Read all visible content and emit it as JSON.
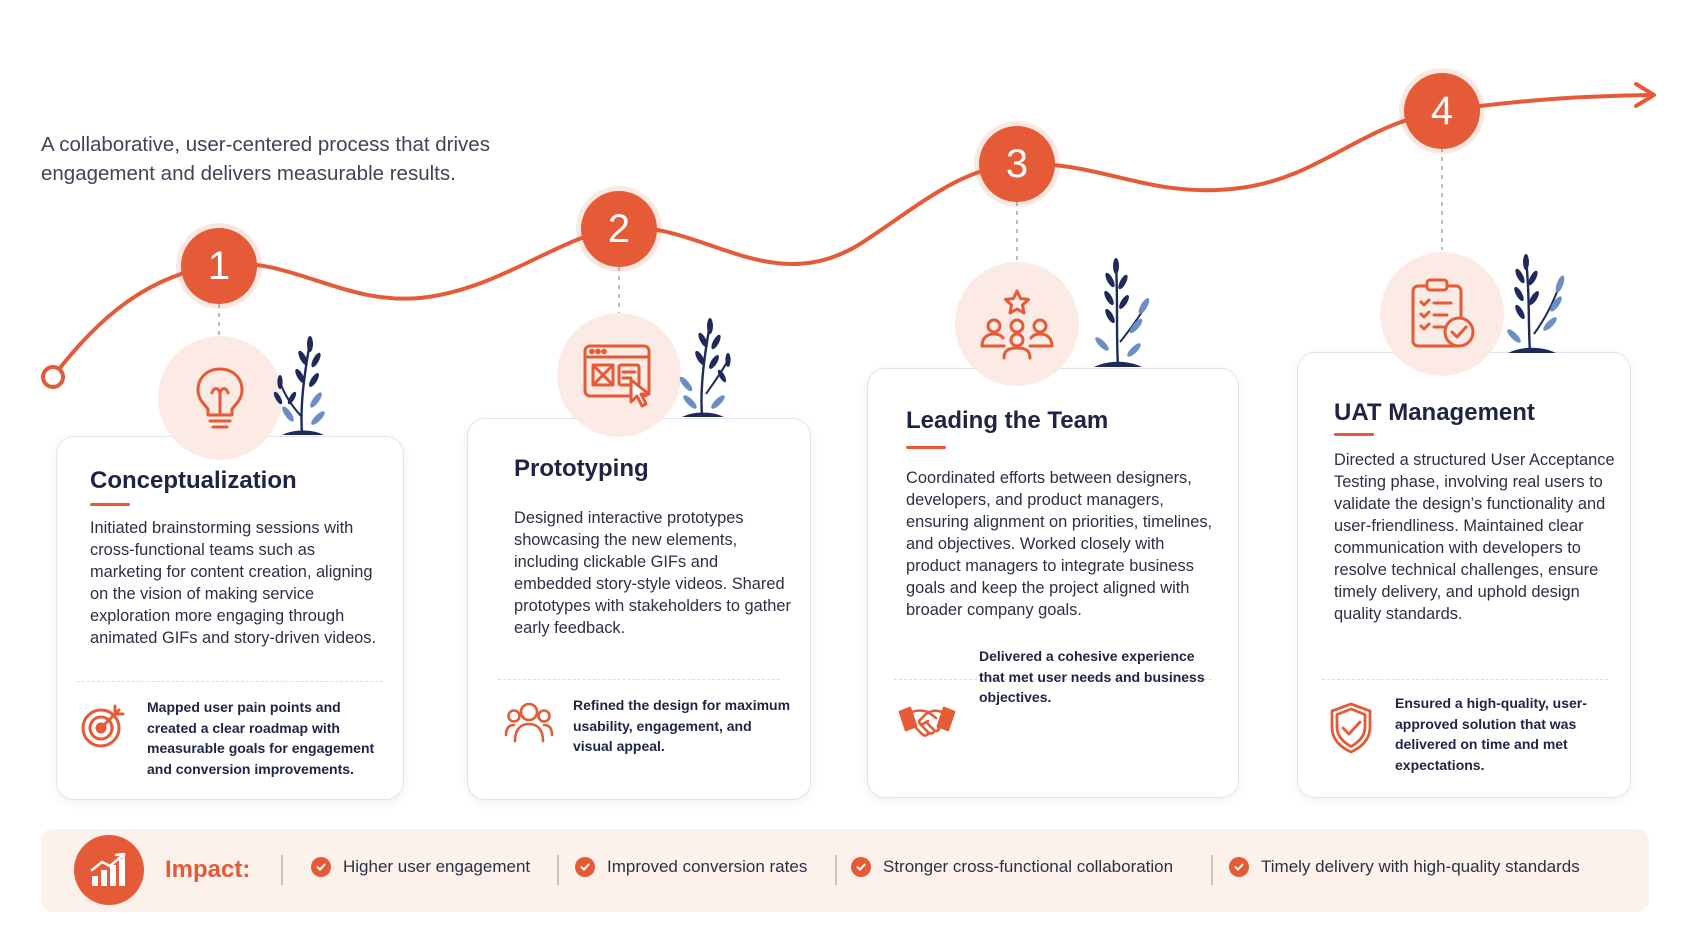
{
  "intro": "A collaborative, user-centered process that drives engagement and delivers measurable results.",
  "steps": [
    {
      "number": "1",
      "icon": "lightbulb-icon",
      "title": "Conceptualization",
      "description": "Initiated brainstorming sessions with cross-functional teams such as marketing for content creation, aligning on the vision of making service exploration more engaging through animated GIFs and story-driven videos.",
      "outcome_icon": "target-icon",
      "outcome": "Mapped user pain points and created a clear roadmap with measurable goals for engagement and conversion improvements."
    },
    {
      "number": "2",
      "icon": "browser-prototype-icon",
      "title": "Prototyping",
      "description": "Designed interactive prototypes showcasing the new elements, including clickable GIFs and embedded story-style videos. Shared prototypes with stakeholders to gather early feedback.",
      "outcome_icon": "users-icon",
      "outcome": "Refined the design for maximum usability, engagement, and visual appeal."
    },
    {
      "number": "3",
      "icon": "team-star-icon",
      "title": "Leading the Team",
      "description": "Coordinated efforts between designers, developers, and product managers, ensuring alignment on priorities, timelines, and objectives. Worked closely with product managers to integrate business goals and keep the project aligned with broader company goals.",
      "outcome_icon": "handshake-icon",
      "outcome": "Delivered a cohesive experience that met user needs and business objectives."
    },
    {
      "number": "4",
      "icon": "clipboard-check-icon",
      "title": "UAT Management",
      "description": "Directed a structured User Acceptance Testing phase, involving real users to validate the design’s functionality and user-friendliness. Maintained clear communication with developers to resolve technical challenges, ensure timely delivery, and uphold design quality standards.",
      "outcome_icon": "shield-check-icon",
      "outcome": "Ensured a high-quality, user-approved solution that was delivered on time and met expectations."
    }
  ],
  "impact": {
    "label": "Impact:",
    "icon": "growth-chart-icon",
    "items": [
      "Higher user engagement",
      "Improved conversion rates",
      "Stronger cross-functional collaboration",
      "Timely delivery with high-quality standards"
    ]
  },
  "colors": {
    "accent": "#e55a37",
    "accent_light": "#fcebe4",
    "navy": "#1e2445",
    "plant_navy": "#1e2a5a",
    "plant_blue": "#6b8ec4"
  }
}
